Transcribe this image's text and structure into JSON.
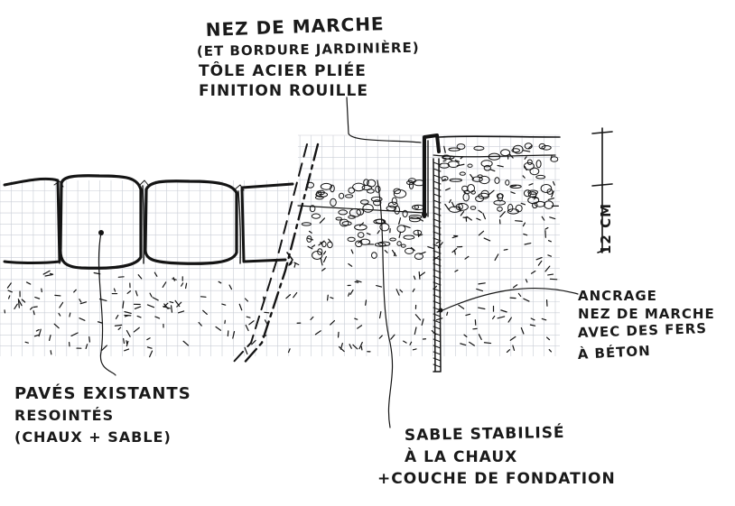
{
  "labels": {
    "nosing": {
      "line1": "NEZ DE MARCHE",
      "line2": "(ET BORDURE JARDINIÈRE)",
      "line3": "TÔLE ACIER PLIÉE",
      "line4": "FINITION ROUILLE"
    },
    "dimension": "12 CM",
    "anchoring": {
      "line1": "ANCRAGE",
      "line2": "NEZ DE MARCHE",
      "line3": "AVEC DES FERS",
      "line4": "À BÉTON"
    },
    "pavers": {
      "line1": "PAVÉS EXISTANTS",
      "line2": "RESOINTÉS",
      "line3": "(CHAUX + SABLE)"
    },
    "sand": {
      "line1": "SABLE STABILISÉ",
      "line2": "À LA CHAUX",
      "line3": "+COUCHE DE FONDATION"
    }
  },
  "colors": {
    "ink": "#141414",
    "grid": "#c9cdd6",
    "paper": "#ffffff"
  }
}
